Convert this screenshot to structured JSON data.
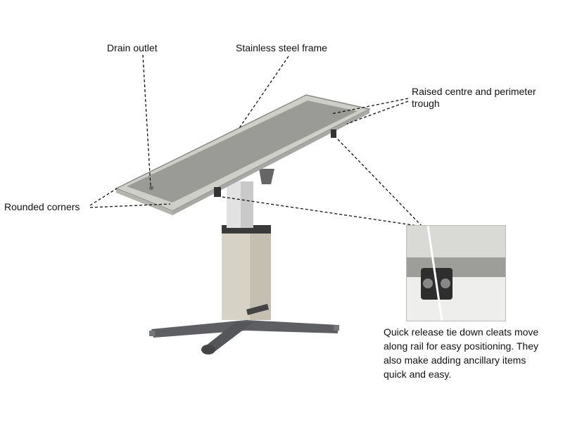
{
  "labels": {
    "drain_outlet": "Drain outlet",
    "frame": "Stainless steel frame",
    "trough_line1": "Raised centre and perimeter",
    "trough_line2": "trough",
    "corners": "Rounded corners"
  },
  "caption": {
    "lines": [
      "Quick release tie down cleats move",
      "along rail for easy positioning. They",
      "also make adding ancillary items",
      "quick and easy."
    ]
  },
  "colors": {
    "tray": "#9a9a96",
    "frame": "#cfcfca",
    "column": "#c4bfb1",
    "base": "#5e5f63"
  }
}
